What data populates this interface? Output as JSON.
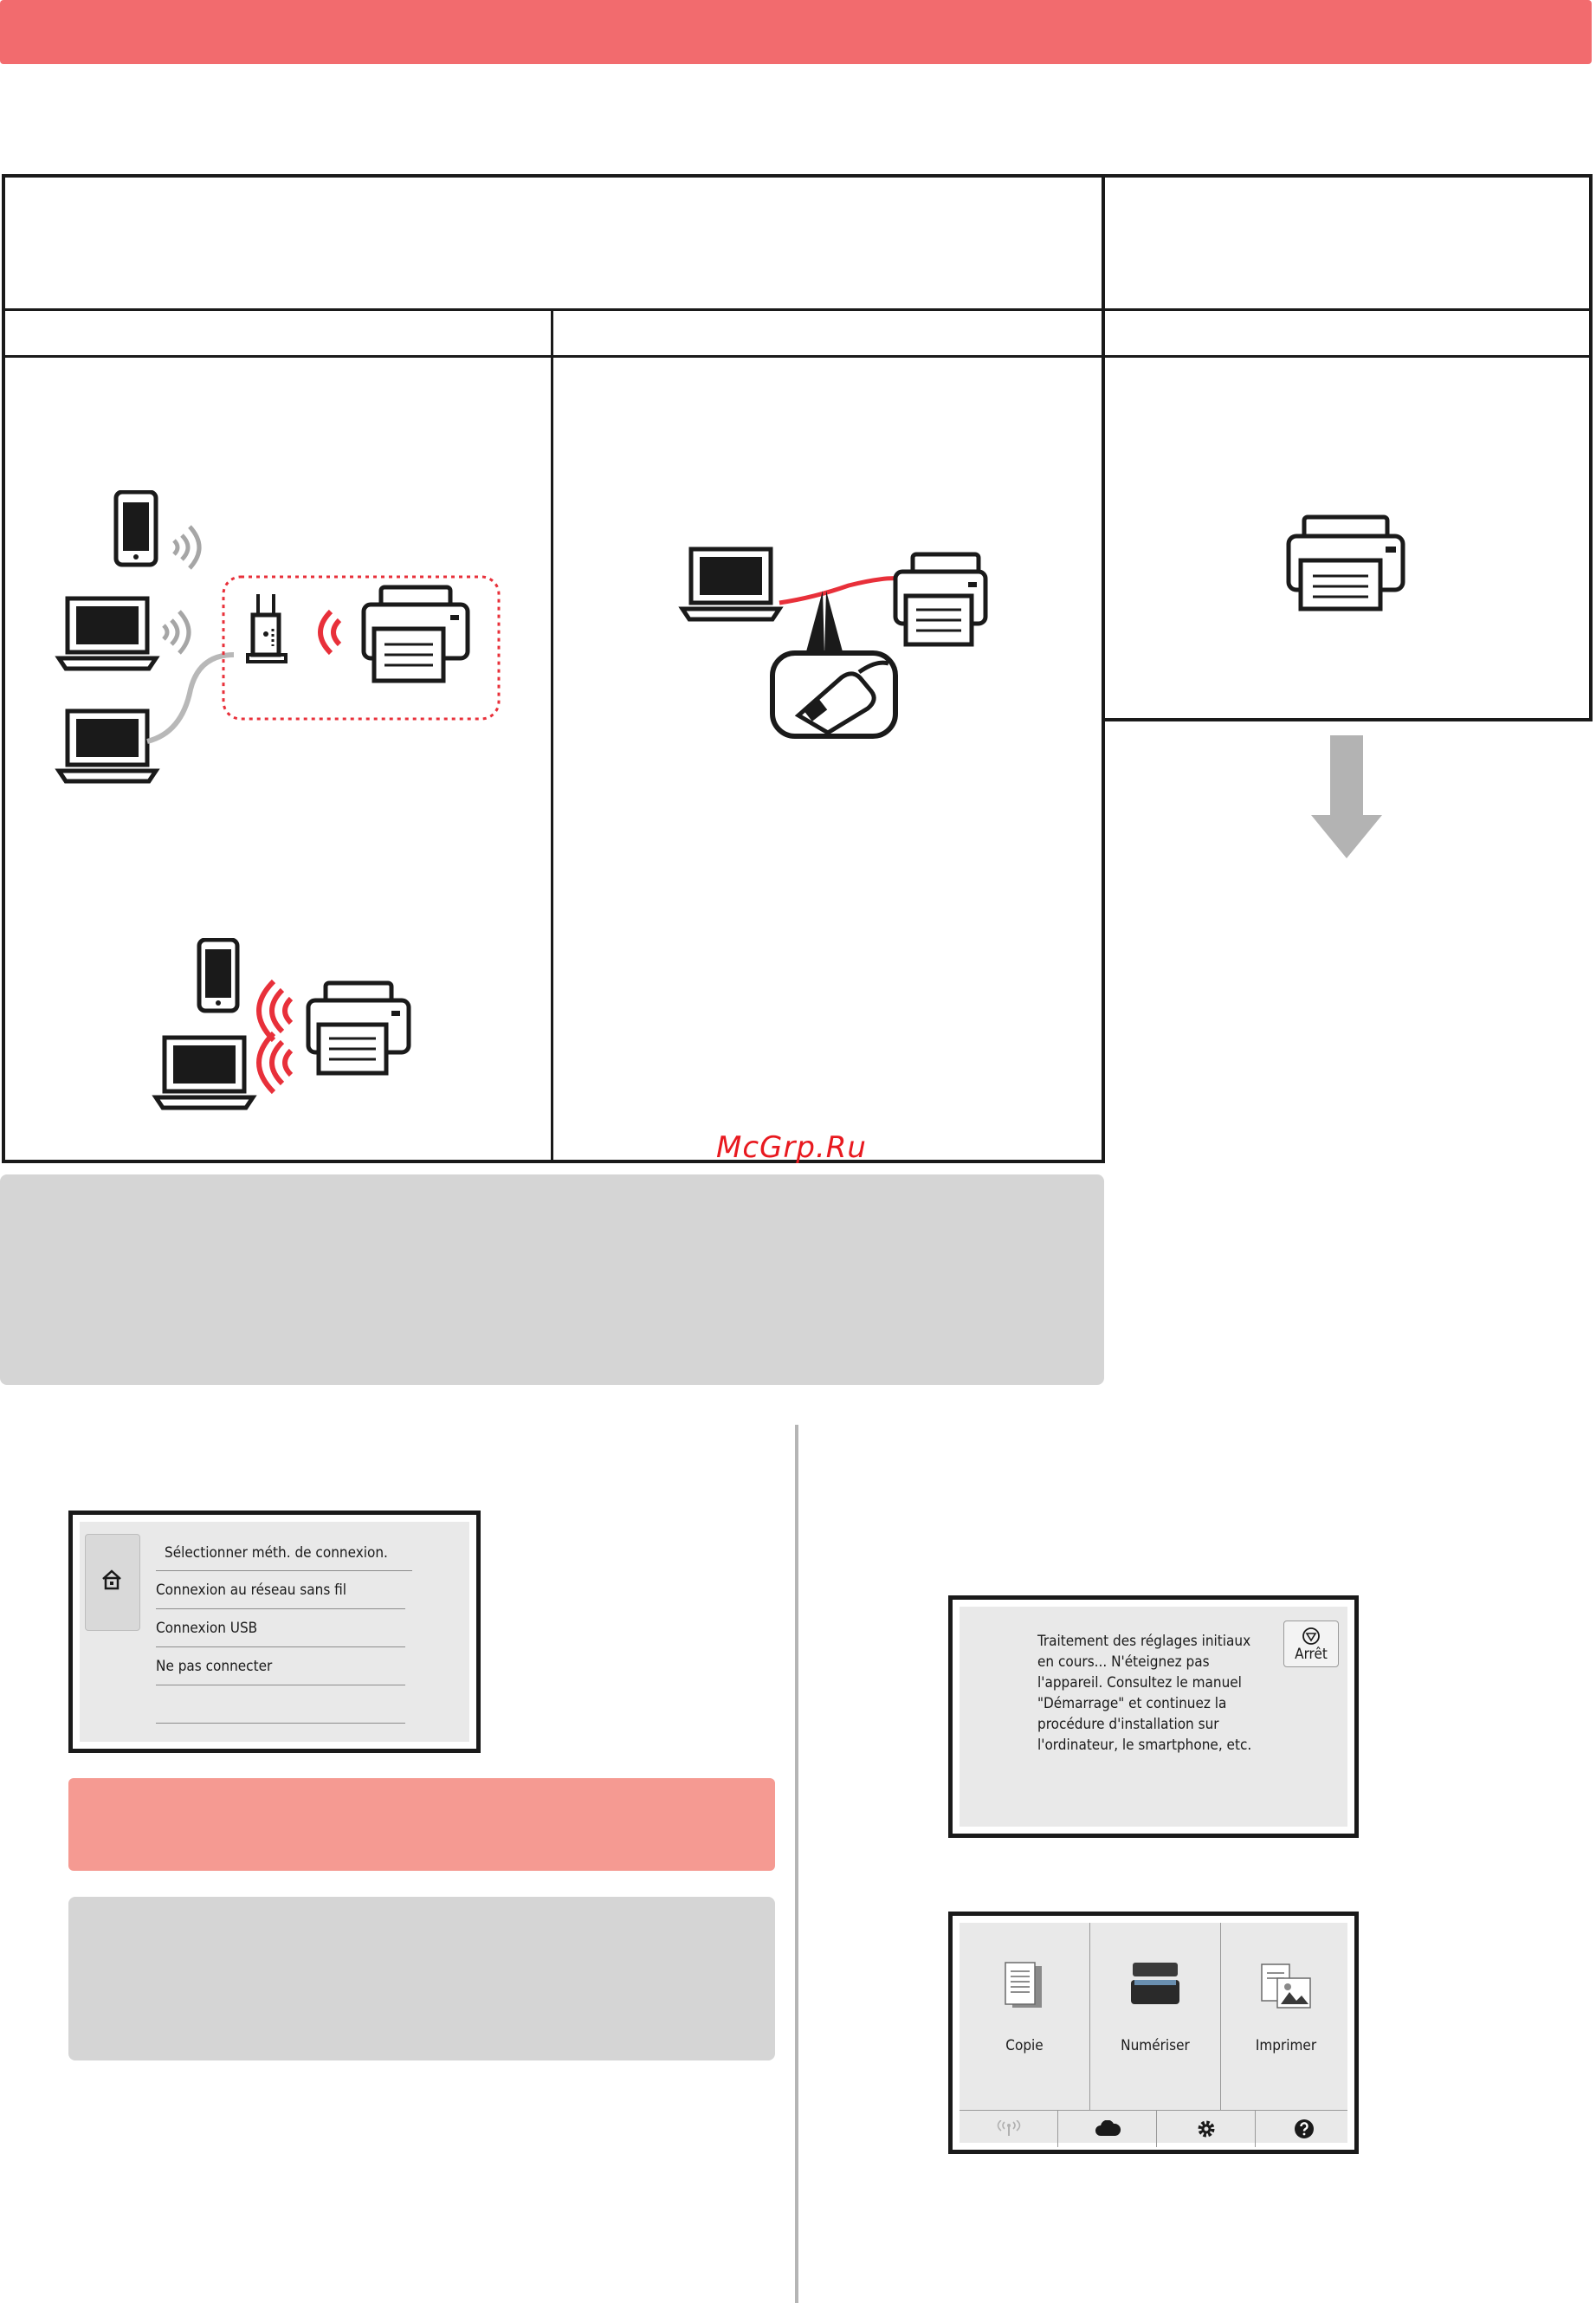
{
  "watermark": "McGrp.Ru",
  "colors": {
    "top_bar": "#f26b6e",
    "wifi_red": "#e8303a",
    "cable_red": "#e8303a",
    "note_gray": "#d5d5d5",
    "salmon": "#f59a92",
    "arrow_gray": "#b3b3b3"
  },
  "diagrams": {
    "router_network": [
      "smartphone-icon",
      "laptop-icon",
      "router-icon",
      "printer-icon"
    ],
    "direct_wireless": [
      "smartphone-icon",
      "laptop-icon",
      "printer-icon"
    ],
    "usb": [
      "laptop-icon",
      "usb-cable-icon",
      "printer-icon"
    ],
    "standalone": [
      "printer-icon"
    ]
  },
  "connection_menu": {
    "title": "Sélectionner méth. de connexion.",
    "items": [
      "Connexion au réseau sans fil",
      "Connexion USB",
      "Ne pas connecter",
      ""
    ]
  },
  "init_screen": {
    "message": "Traitement des réglages initiaux\nen cours... N'éteignez pas\nl'appareil. Consultez le manuel\n\"Démarrage\" et continuez la\nprocédure d'installation sur\nl'ordinateur, le smartphone, etc.",
    "stop_label": "Arrêt"
  },
  "home_screen": {
    "functions": [
      {
        "label": "Copie",
        "icon": "copy-icon"
      },
      {
        "label": "Numériser",
        "icon": "scan-icon"
      },
      {
        "label": "Imprimer",
        "icon": "print-icon"
      }
    ],
    "status_icons": [
      "wireless-icon",
      "cloud-icon",
      "settings-icon",
      "help-icon"
    ]
  }
}
